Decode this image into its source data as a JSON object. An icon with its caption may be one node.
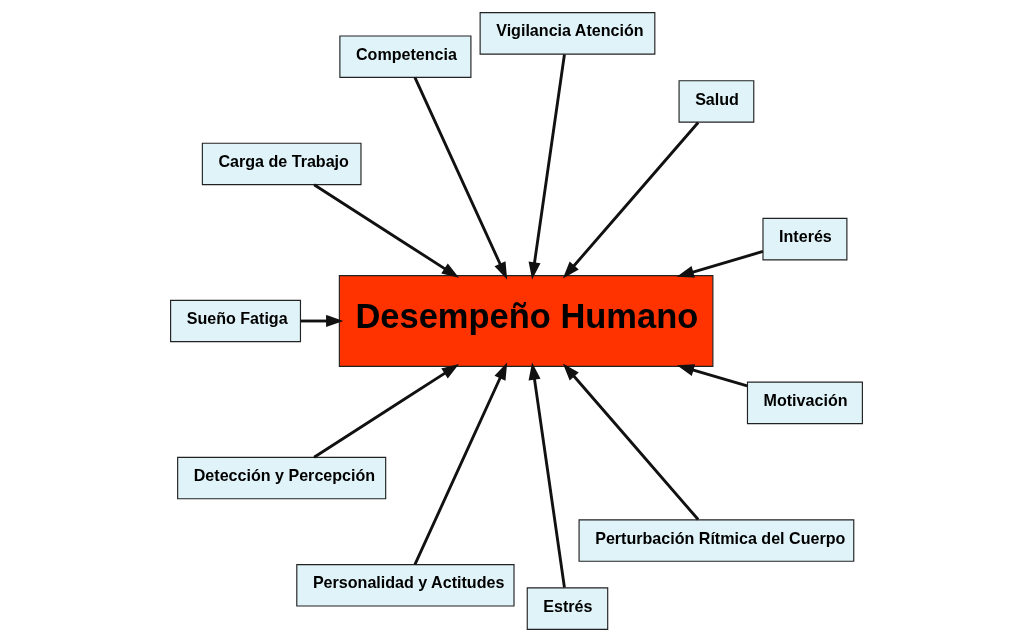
{
  "diagram": {
    "nodes": [
      {
        "text": [
          "Interés"
        ]
      },
      {
        "text": [
          "Salud"
        ]
      },
      {
        "text": [
          "Vigilancia Atención"
        ]
      },
      {
        "text": [
          "Competencia"
        ]
      },
      {
        "text": [
          "Carga de Trabajo"
        ]
      },
      {
        "text": [
          "Desempeño Humano"
        ]
      },
      {
        "text": [
          "Sueño Fatiga"
        ]
      },
      {
        "text": [
          "Detección y Percepción"
        ]
      },
      {
        "text": [
          "Personalidad y Actitudes"
        ]
      },
      {
        "text": [
          "Estrés"
        ]
      },
      {
        "text": [
          "Perturbación Rítmica del Cuerpo"
        ]
      },
      {
        "text": [
          "Motivación"
        ]
      }
    ],
    "edges": [
      {
        "from": 2,
        "to": 5,
        "arrow": "to"
      },
      {
        "from": 0,
        "to": 5,
        "arrow": "to"
      },
      {
        "from": 1,
        "to": 5,
        "arrow": "to"
      },
      {
        "from": 3,
        "to": 5,
        "arrow": "to"
      },
      {
        "from": 4,
        "to": 5,
        "arrow": "to"
      },
      {
        "from": 6,
        "to": 5,
        "arrow": "to"
      },
      {
        "from": 7,
        "to": 5,
        "arrow": "to"
      },
      {
        "from": 8,
        "to": 5,
        "arrow": "to"
      },
      {
        "from": 9,
        "to": 5,
        "arrow": "to"
      },
      {
        "from": 10,
        "to": 5,
        "arrow": "to"
      },
      {
        "from": 11,
        "to": 5,
        "arrow": "to"
      }
    ]
  }
}
